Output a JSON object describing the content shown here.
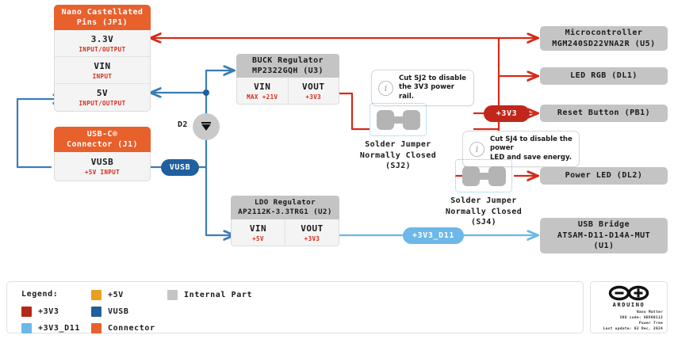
{
  "title": "Arduino Nano Matter Power Tree",
  "colors": {
    "v3v3": "#d62a1a",
    "v5v": "#e8a020",
    "vusb": "#1f5f9e",
    "v3v3_d11": "#6cb8e8",
    "connector": "#e8602c",
    "internal_part": "#c4c4c4",
    "pill_3v3": "#c0271a",
    "pill_vusb": "#1f5f9e",
    "pill_3v3d11": "#6cb8e8"
  },
  "blocks": {
    "castellated": {
      "header": "Nano Castellated\nPins (JP1)",
      "header_line1": "Nano Castellated",
      "header_line2": "Pins (JP1)",
      "pins": [
        {
          "name": "3.3V",
          "sub": "INPUT/OUTPUT"
        },
        {
          "name": "VIN",
          "sub": "INPUT"
        },
        {
          "name": "5V",
          "sub": "INPUT/OUTPUT"
        }
      ]
    },
    "usbc": {
      "header_line1": "USB-C®",
      "header_line2": "Connector (J1)",
      "pins": [
        {
          "name": "VUSB",
          "sub": "+5V INPUT"
        }
      ]
    },
    "buck": {
      "header_line1": "BUCK Regulator",
      "header_line2": "MP2322GQH (U3)",
      "pins": [
        {
          "name": "VIN",
          "sub": "MAX +21V"
        },
        {
          "name": "VOUT",
          "sub": "+3V3"
        }
      ]
    },
    "ldo": {
      "header_line1": "LDO Regulator",
      "header_line2": "AP2112K-3.3TRG1 (U2)",
      "pins": [
        {
          "name": "VIN",
          "sub": "+5V"
        },
        {
          "name": "VOUT",
          "sub": "+3V3"
        }
      ]
    }
  },
  "parts": [
    {
      "id": "mcu",
      "line1": "Microcontroller",
      "line2": "MGM240SD22VNA2R (U5)",
      "line3": ""
    },
    {
      "id": "led_rgb",
      "line1": "LED RGB (DL1)",
      "line2": "",
      "line3": ""
    },
    {
      "id": "reset",
      "line1": "Reset Button (PB1)",
      "line2": "",
      "line3": ""
    },
    {
      "id": "power_led",
      "line1": "Power LED (DL2)",
      "line2": "",
      "line3": ""
    },
    {
      "id": "usb_bridge",
      "line1": "USB Bridge",
      "line2": "ATSAM-D11-D14A-MUT",
      "line3": "(U1)"
    }
  ],
  "pills": [
    {
      "id": "vusb",
      "label": "VUSB"
    },
    {
      "id": "v3v3",
      "label": "+3V3"
    },
    {
      "id": "v3v3_d11",
      "label": "+3V3_D11"
    }
  ],
  "diode": {
    "label": "D2"
  },
  "jumpers": [
    {
      "id": "sj2",
      "l1": "Solder Jumper",
      "l2": "Normally Closed",
      "l3": "(SJ2)"
    },
    {
      "id": "sj4",
      "l1": "Solder Jumper",
      "l2": "Normally Closed",
      "l3": "(SJ4)"
    }
  ],
  "callouts": [
    {
      "id": "sj2_note",
      "icon": "info-icon",
      "line1": "Cut SJ2 to disable",
      "line2": "the 3V3 power rail."
    },
    {
      "id": "sj4_note",
      "icon": "info-icon",
      "line1": "Cut SJ4 to disable the power",
      "line2": "LED and save energy."
    }
  ],
  "legend": {
    "title": "Legend:",
    "items": [
      {
        "label": "+3V3",
        "color": "#b5271a"
      },
      {
        "label": "+3V3_D11",
        "color": "#6cb8e8"
      },
      {
        "label": "+5V",
        "color": "#e8a020"
      },
      {
        "label": "VUSB",
        "color": "#1f5f9e"
      },
      {
        "label": "Connector",
        "color": "#e8602c"
      },
      {
        "label": "Internal Part",
        "color": "#c4c4c4"
      }
    ]
  },
  "footer": {
    "brand": "ARDUINO",
    "product": "Nano Matter",
    "sku": "SKU code: ABX00112",
    "doc": "Power Tree",
    "updated": "Last update: 02 Dec, 2024"
  }
}
